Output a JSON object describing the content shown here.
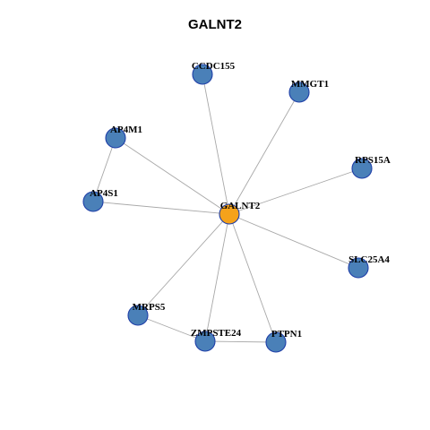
{
  "title": "GALNT2",
  "colors": {
    "hub": "#F5A21B",
    "node": "#4A80B8",
    "node_border": "#1F3FA8",
    "edge": "#A8A8A8"
  },
  "nodes": [
    {
      "id": "GALNT2",
      "label": "GALNT2",
      "hub": true
    },
    {
      "id": "CCDC155",
      "label": "CCDC155"
    },
    {
      "id": "MMGT1",
      "label": "MMGT1"
    },
    {
      "id": "AP4M1",
      "label": "AP4M1"
    },
    {
      "id": "RPS15A",
      "label": "RPS15A"
    },
    {
      "id": "AP4S1",
      "label": "AP4S1"
    },
    {
      "id": "SLC25A4",
      "label": "SLC25A4"
    },
    {
      "id": "MRPS5",
      "label": "MRPS5"
    },
    {
      "id": "ZMPSTE24",
      "label": "ZMPSTE24"
    },
    {
      "id": "PTPN1",
      "label": "PTPN1"
    }
  ],
  "edges": [
    [
      "GALNT2",
      "CCDC155"
    ],
    [
      "GALNT2",
      "MMGT1"
    ],
    [
      "GALNT2",
      "AP4M1"
    ],
    [
      "GALNT2",
      "RPS15A"
    ],
    [
      "GALNT2",
      "AP4S1"
    ],
    [
      "GALNT2",
      "SLC25A4"
    ],
    [
      "GALNT2",
      "MRPS5"
    ],
    [
      "GALNT2",
      "ZMPSTE24"
    ],
    [
      "GALNT2",
      "PTPN1"
    ],
    [
      "AP4M1",
      "AP4S1"
    ],
    [
      "MRPS5",
      "ZMPSTE24"
    ],
    [
      "ZMPSTE24",
      "PTPN1"
    ]
  ]
}
